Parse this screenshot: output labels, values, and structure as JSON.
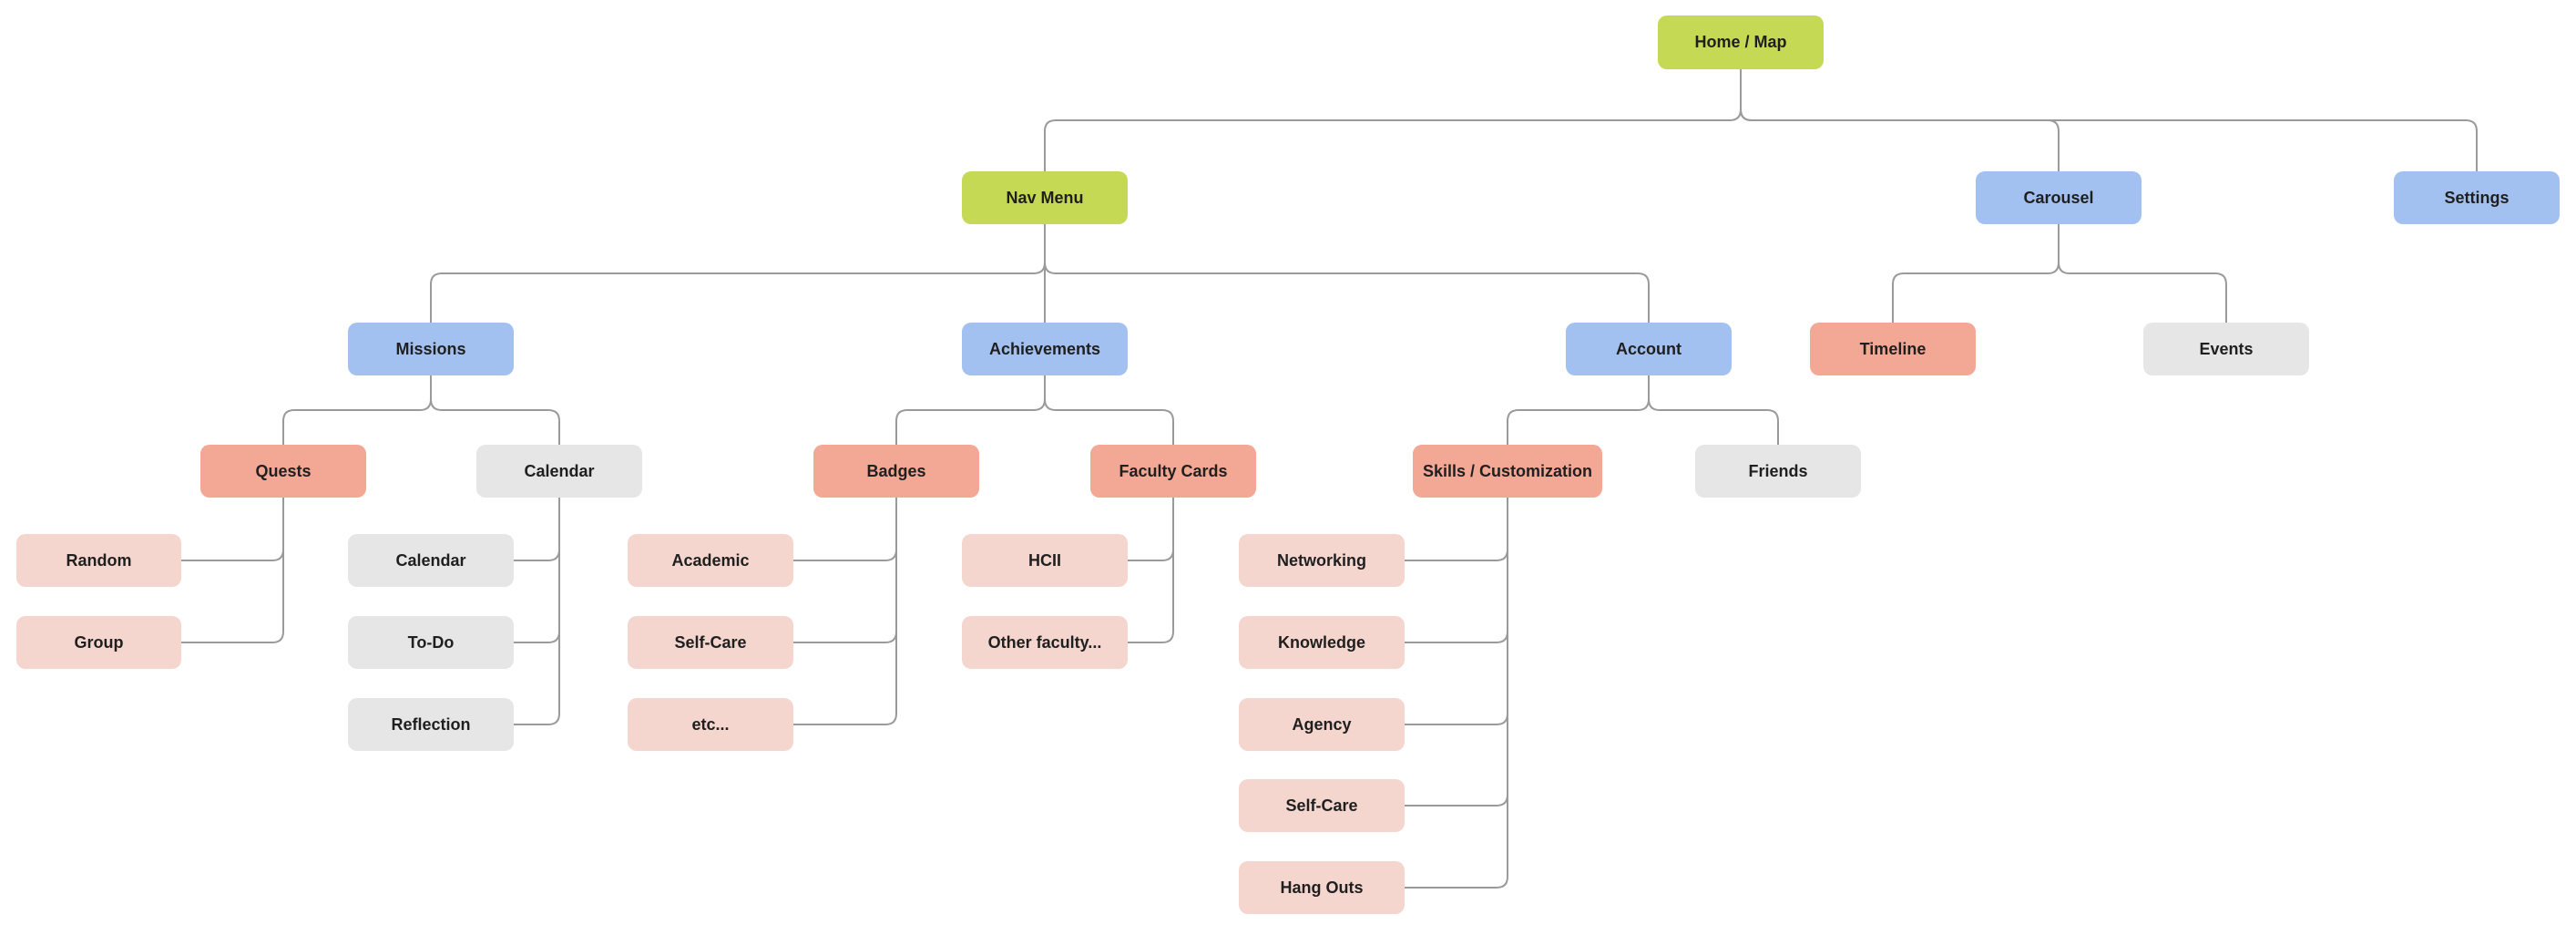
{
  "colors": {
    "root": "#c5d955",
    "section": "#a3c1f0",
    "feature": "#f2a894",
    "item": "#f5d6cf",
    "neutral": "#e6e6e6",
    "connector": "#9a9a9a"
  },
  "nodes": {
    "home_map": "Home / Map",
    "nav_menu": "Nav Menu",
    "carousel": "Carousel",
    "settings": "Settings",
    "missions": "Missions",
    "achievements": "Achievements",
    "account": "Account",
    "timeline": "Timeline",
    "events": "Events",
    "quests": "Quests",
    "calendar_group": "Calendar",
    "badges": "Badges",
    "faculty_cards": "Faculty Cards",
    "skills_customization": "Skills / Customization",
    "friends": "Friends",
    "random": "Random",
    "group": "Group",
    "calendar_item": "Calendar",
    "todo": "To-Do",
    "reflection": "Reflection",
    "academic": "Academic",
    "self_care_badge": "Self-Care",
    "etc": "etc...",
    "hcii": "HCII",
    "other_faculty": "Other faculty...",
    "networking": "Networking",
    "knowledge": "Knowledge",
    "agency": "Agency",
    "self_care_skill": "Self-Care",
    "hang_outs": "Hang Outs"
  }
}
